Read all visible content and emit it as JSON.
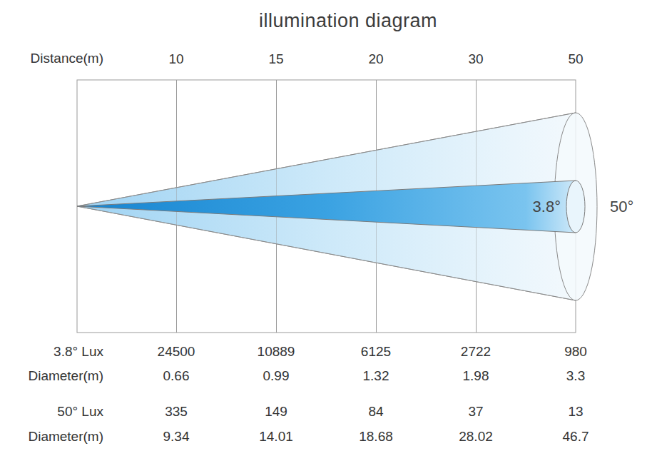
{
  "diagram": {
    "title": "illumination diagram",
    "labels": [
      "Distance(m)",
      "10",
      "15",
      "20",
      "30",
      "50",
      "3.8°",
      "50°",
      "3.8° Lux",
      "24500",
      "10889",
      "6125",
      "2722",
      "980",
      "Diameter(m)",
      "0.66",
      "0.99",
      "1.32",
      "1.98",
      "3.3",
      "50° Lux",
      "335",
      "149",
      "84",
      "37",
      "13",
      "Diameter(m)",
      "9.34",
      "14.01",
      "18.68",
      "28.02",
      "46.7"
    ]
  }
}
